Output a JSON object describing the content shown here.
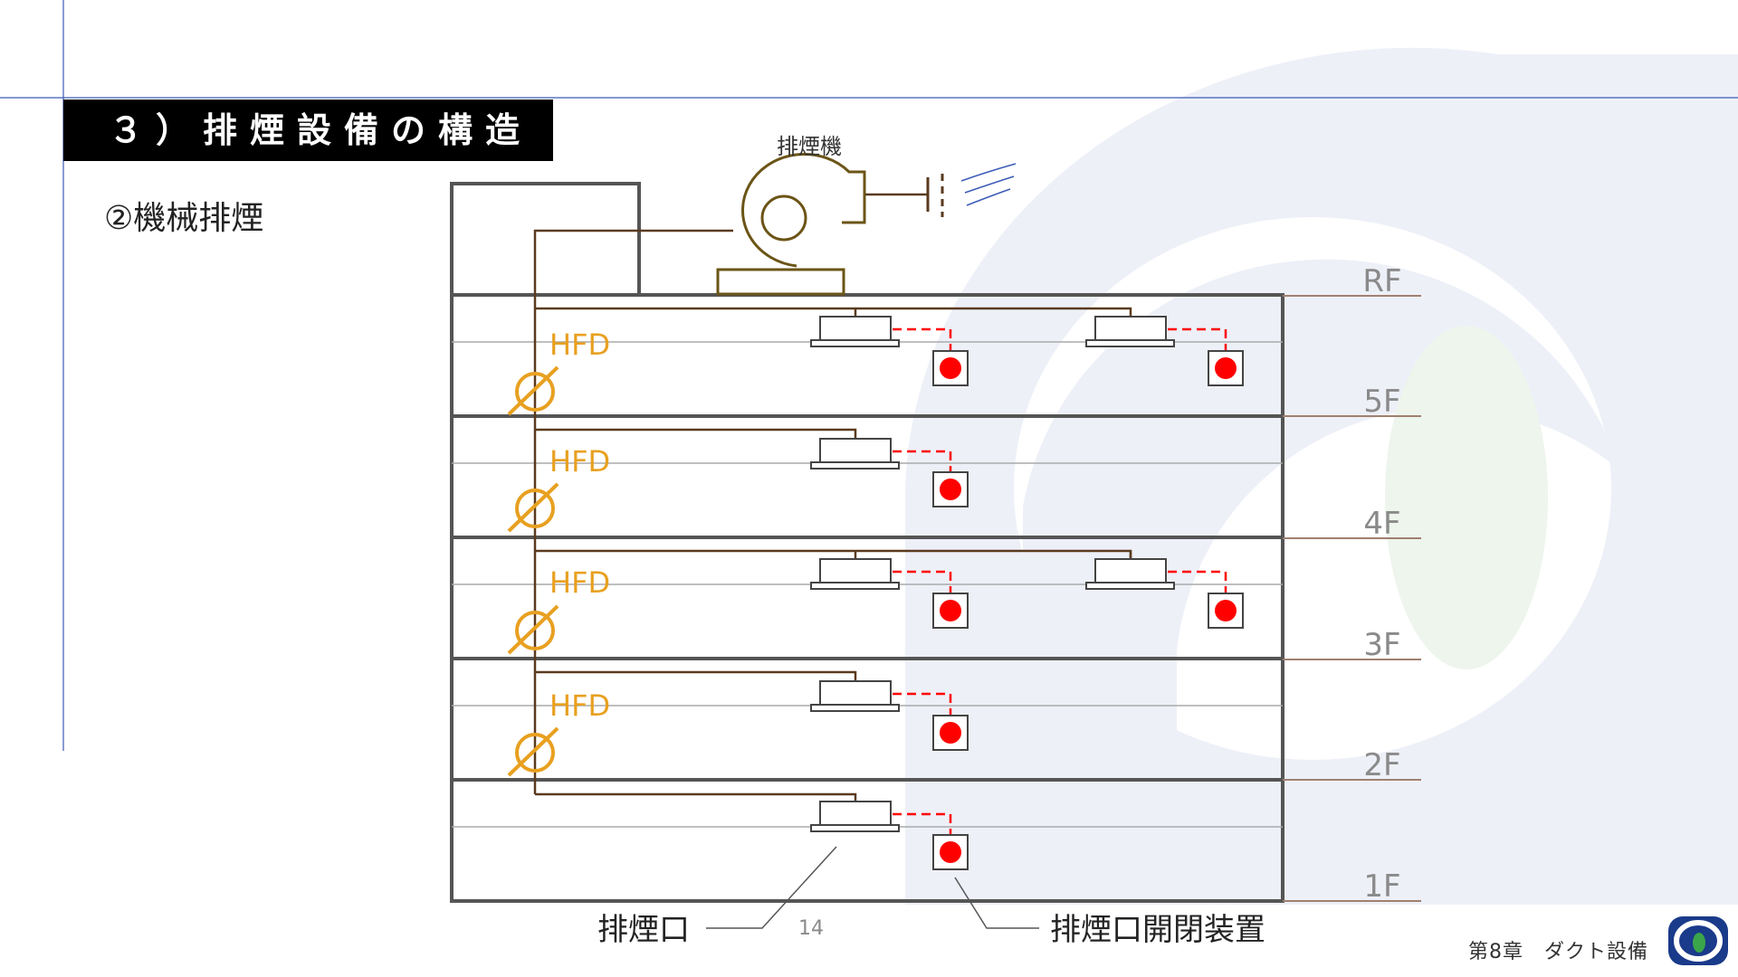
{
  "slide": {
    "title": "３）排煙設備の構造",
    "subtitle": "②機械排煙",
    "page_number": "14",
    "chapter": "第8章　ダクト設備"
  },
  "diagram": {
    "fan_label": "排煙機",
    "damper_label": "HFD",
    "floor_labels": [
      "RF",
      "5F",
      "4F",
      "3F",
      "2F",
      "1F"
    ],
    "outlet_label": "排煙口",
    "actuator_label": "排煙口開閉装置"
  },
  "colors": {
    "duct": "#5a3a1e",
    "damper": "#e8a020",
    "actuator": "#ff0000",
    "wall": "#555555",
    "accent_line": "#3b5bb5",
    "title_bg": "#000000"
  },
  "icons": {
    "fan": "smoke-exhaust-fan-icon",
    "damper": "fire-damper-icon",
    "outlet": "smoke-outlet-icon",
    "actuator": "outlet-actuator-icon",
    "logo": "company-logo-icon"
  }
}
